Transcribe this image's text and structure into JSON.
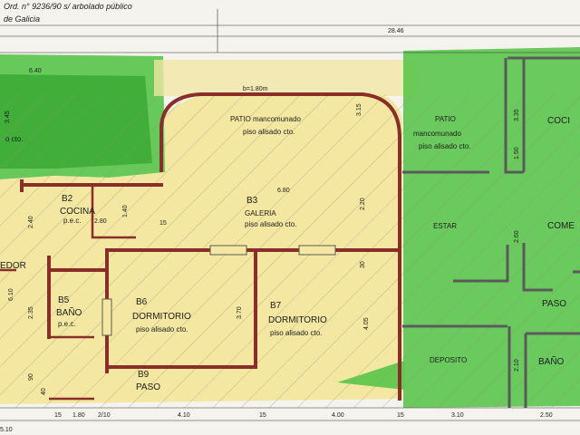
{
  "header": {
    "line1": "Ord. n° 9236/90 s/ arbolado público",
    "line2": "de Galicia",
    "total_width": "28.46"
  },
  "colors": {
    "green_zone": "#58c449",
    "dark_green": "#39a832",
    "yellow_zone": "#f3e7a1",
    "wall": "#8a2e2a"
  },
  "rooms": {
    "patio_left_title": "PATIO mancomunado",
    "patio_left_sub": "piso alisado cto.",
    "patio_right_title": "PATIO",
    "patio_right_line2": "mancomunado",
    "patio_right_sub": "piso alisado cto.",
    "cocina_right": "COCI",
    "comedor_right": "COME",
    "estar": "ESTAR",
    "paso_right": "PASO",
    "deposito": "DEPOSITO",
    "bano_right": "BAÑO",
    "b2_code": "B2",
    "b2_name": "COCINA",
    "b2_sub": "p.e.c.",
    "b3_code": "B3",
    "b3_name": "GALERIA",
    "b3_sub": "piso alisado cto.",
    "b5_code": "B5",
    "b5_name": "BAÑO",
    "b5_sub": "p.e.c.",
    "b6_code": "B6",
    "b6_name": "DORMITORIO",
    "b6_sub": "piso alisado cto.",
    "b7_code": "B7",
    "b7_name": "DORMITORIO",
    "b7_sub": "piso alisado cto.",
    "b9_code": "B9",
    "b9_name": "PASO",
    "comedor_left": "EDOR",
    "left_patio_sub": "o cto."
  },
  "dimensions": {
    "d_640": "6.40",
    "d_b180": "b=1.80m",
    "d_345": "3.45",
    "d_315": "3.15",
    "d_680": "6.80",
    "d_220": "2.20",
    "d_335": "3.35",
    "d_150": "1.50",
    "d_240": "2.40",
    "d_280": "2.80",
    "d_140": "1.40",
    "d_015a": "15",
    "d_610": "6.10",
    "d_235": "2.35",
    "d_370": "3.70",
    "d_405": "4.05",
    "d_30": "30",
    "d_260": "2.60",
    "d_210": "2.10",
    "d_bottom_510": "5.10",
    "d_bottom_15a": "15",
    "d_bottom_180": "1.80",
    "d_bottom_210": "2/10",
    "d_bottom_410": "4.10",
    "d_bottom_15b": "15",
    "d_bottom_400": "4.00",
    "d_bottom_15c": "15",
    "d_bottom_310": "3.10",
    "d_bottom_250": "2.50",
    "d_bottom_40": "40",
    "d_bottom_90": "90"
  }
}
